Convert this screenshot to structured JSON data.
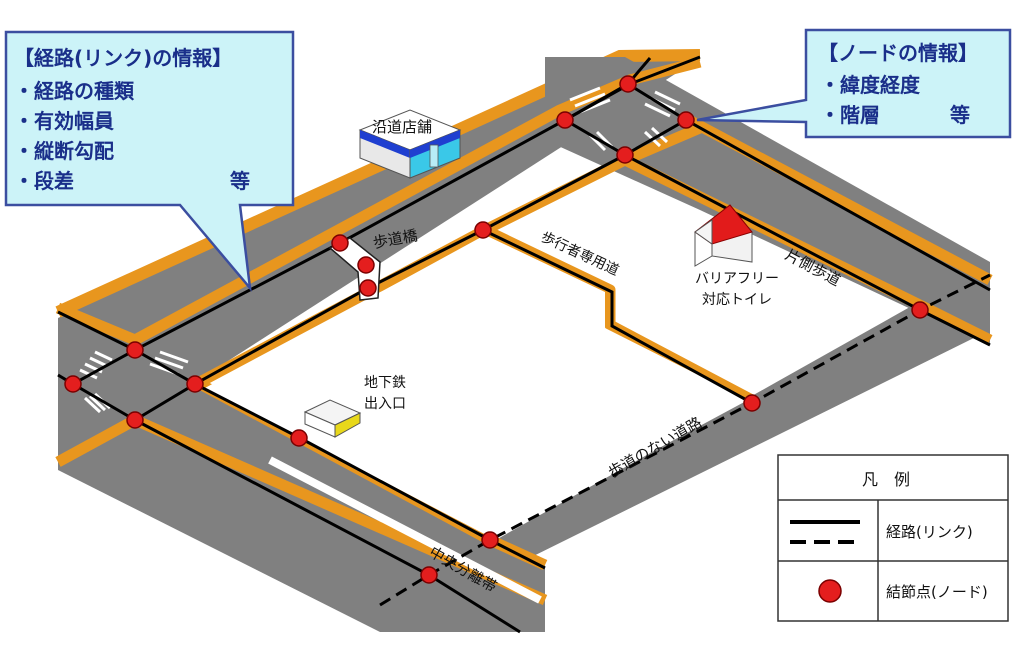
{
  "link_callout": {
    "title": "【経路(リンク)の情報】",
    "items": [
      "・経路の種類",
      "・有効幅員",
      "・縦断勾配",
      "・段差"
    ],
    "etc": "等"
  },
  "node_callout": {
    "title": "【ノードの情報】",
    "items": [
      "・緯度経度",
      "・階層"
    ],
    "etc": "等"
  },
  "labels": {
    "shop": "沿道店舗",
    "footbridge": "歩道橋",
    "pedestrian_path": "歩行者専用道",
    "toilet_line1": "バリアフリー",
    "toilet_line2": "対応トイレ",
    "one_side_sidewalk": "片側歩道",
    "subway_line1": "地下鉄",
    "subway_line2": "出入口",
    "no_sidewalk_road": "歩道のない道路",
    "median": "中央分離帯"
  },
  "legend": {
    "title": "凡　例",
    "link_label": "経路(リンク)",
    "node_label": "結節点(ノード)"
  },
  "colors": {
    "road": "#808080",
    "sidewalk": "#e8961e",
    "route": "#000000",
    "node": "#e41e1e",
    "callout_fill": "#ccf3f8",
    "callout_border": "#3b4ea0",
    "callout_text": "#1a2f8a",
    "shop_roof": "#ffffff",
    "shop_front": "#1f3fd0",
    "shop_side": "#3ac8e8",
    "toilet_roof": "#e21b1b",
    "subway_front": "#e8d81a"
  }
}
